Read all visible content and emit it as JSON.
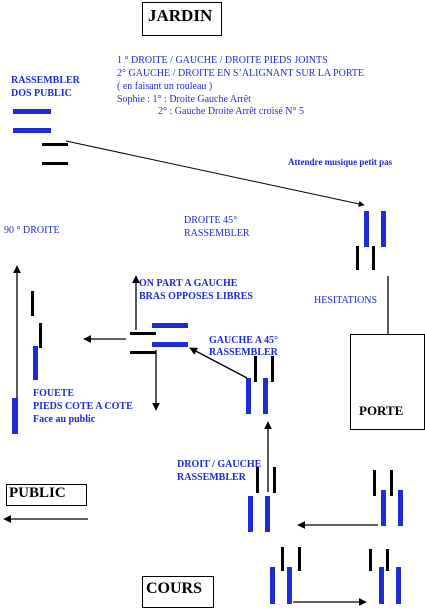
{
  "labels": {
    "jardin": "JARDIN",
    "cours": "COURS",
    "public": "PUBLIC",
    "porte": "PORTE",
    "instr1": "1 °  DROITE / GAUCHE / DROITE PIEDS JOINTS",
    "instr2": "2°   GAUCHE  / DROITE EN S’ALIGNANT SUR LA PORTE",
    "instr3": "( en faisant un rouleau )",
    "instr4": "Sophie :    1° : Droite Gauche Arrêt",
    "instr5": "2° : Gauche Droite Arrêt croisé N° 5",
    "rassembler_dos_1": "RASSEMBLER",
    "rassembler_dos_2": "DOS PUBLIC",
    "attendre": "Attendre musique petit pas",
    "droite45_1": "DROITE 45°",
    "droite45_2": "RASSEMBLER",
    "droite90": "90 ° DROITE",
    "on_part_1": "ON PART A GAUCHE",
    "on_part_2": "BRAS OPPOSES LIBRES",
    "hesitations": "HESITATIONS",
    "gauche45_1": "GAUCHE A 45°",
    "gauche45_2": "RASSEMBLER",
    "fouete_1": "FOUETE",
    "fouete_2": "PIEDS COTE A COTE",
    "fouete_3": "Face au public",
    "droit_gauche_1": "DROIT / GAUCHE",
    "droit_gauche_2": "RASSEMBLER"
  },
  "colors": {
    "blue": "#1f2bd6",
    "black": "#000000"
  }
}
